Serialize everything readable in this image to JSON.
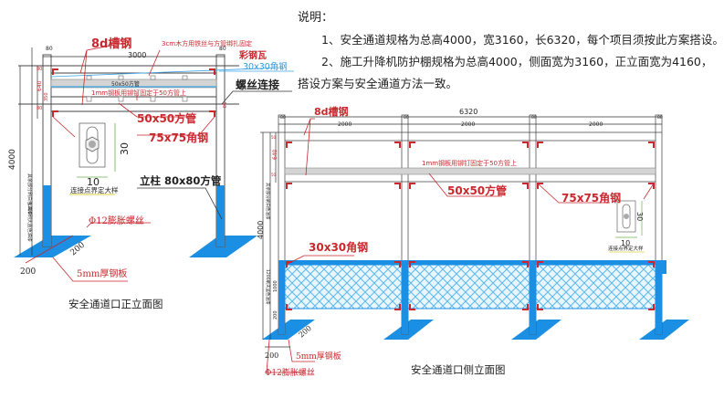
{
  "notes": {
    "title": "说明：",
    "items": [
      "1、安全通道规格为总高4000，宽3160，长6320，每个项目须按此方案搭设。",
      "2、施工升降机防护棚规格为总高4000，侧面宽为3160，正立面宽为4160，",
      "搭设方案与安全通道方法一致。"
    ]
  },
  "front_view": {
    "caption": "安全通道口正立面图",
    "labels": {
      "channel_steel": "8d槽钢",
      "timber_note": "3cm木方用铁丝与方管绑扎固定",
      "color_steel_tile": "彩钢瓦",
      "angle_30": "30x30角钢",
      "bolt_connection": "螺丝连接",
      "square_tube_inline": "50x50方管",
      "steel_plate_note": "1mm钢板用铆钉固定于50方管上",
      "square_tube_50": "50x50方管",
      "angle_75": "75x75角钢",
      "post": "立柱 80x80方管",
      "expansion_bolt": "Φ12膨胀螺丝",
      "base_plate": "5mm厚钢板",
      "detail_caption": "连接点界定大样",
      "paint_white": "其余部分刷白色油漆",
      "paint_blue": "1200刷天蓝色油漆"
    },
    "dims": {
      "span": "3000",
      "post_w_left": "80",
      "post_w_right": "80",
      "total_height": "4000",
      "roof_depth": "640",
      "d80_top": "80",
      "d350": "350",
      "d80_bot": "80",
      "d50": "50",
      "detail_h": "30",
      "detail_w": "10",
      "plate_w": "200",
      "plate_d": "200"
    }
  },
  "side_view": {
    "caption": "安全通道口侧立面图",
    "labels": {
      "channel_steel": "8d槽钢",
      "steel_plate_note": "1mm钢板用铆钉固定于50方管上",
      "square_tube_50": "50x50方管",
      "angle_75": "75x75角钢",
      "angle_30": "30x30角钢",
      "expansion_bolt": "Φ12膨胀螺丝",
      "base_plate": "5mm厚钢板",
      "detail_caption": "连接点界定大样",
      "paint_white": "其余部分刷白色油漆",
      "paint_blue": "1200刷天蓝色油漆"
    },
    "dims": {
      "total_length": "6320",
      "bay_1": "2000",
      "bay_2": "2000",
      "bay_3": "2000",
      "post_a": "80",
      "post_b": "80",
      "post_c": "80",
      "post_d": "80",
      "total_height": "4000",
      "roof_depth": "640",
      "d50_top": "50",
      "d50_bot": "50",
      "d1000": "1000",
      "d200": "200",
      "detail_h": "30",
      "detail_w": "10",
      "plate_w": "200",
      "plate_d": "200"
    }
  },
  "colors": {
    "post_blue": "#1a8fe3",
    "annotation_red": "#c8282e",
    "mesh_blue": "#8fd0f5",
    "roof_grey": "#d4d4d4"
  }
}
